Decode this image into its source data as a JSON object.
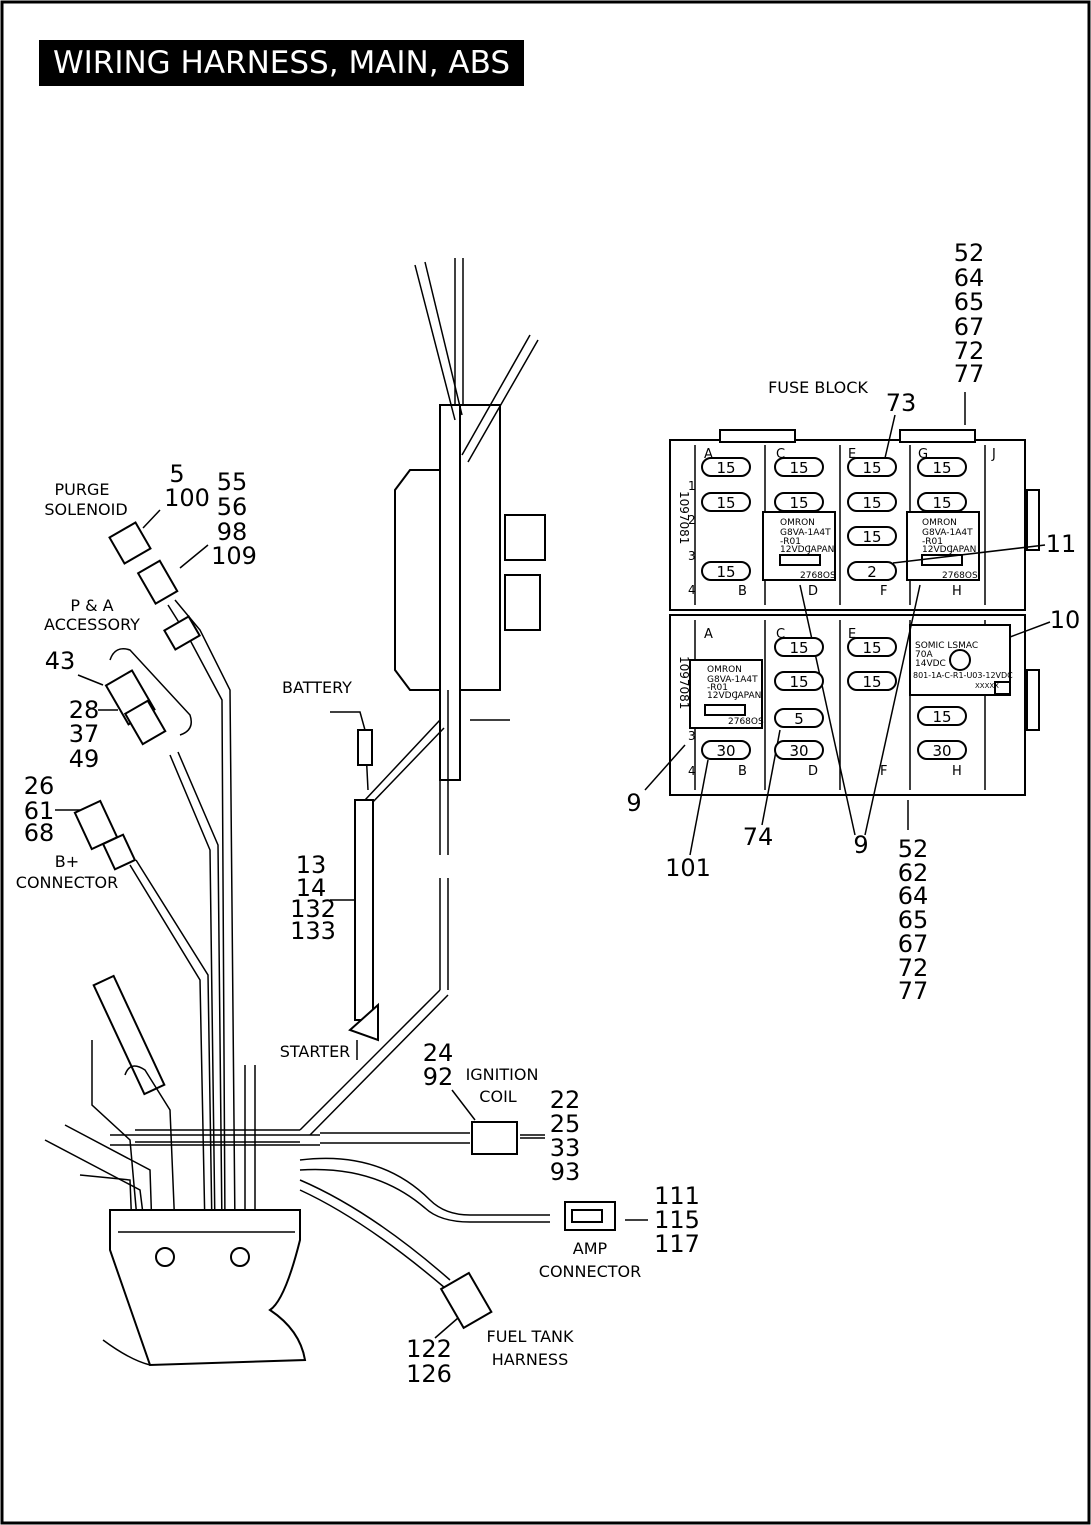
{
  "title": "WIRING HARNESS, MAIN, ABS",
  "labels": {
    "purge_solenoid": [
      "PURGE",
      "SOLENOID"
    ],
    "p_and_a_accessory": [
      "P & A",
      "ACCESSORY"
    ],
    "b_plus_connector": [
      "B+",
      "CONNECTOR"
    ],
    "battery": "BATTERY",
    "starter": "STARTER",
    "ignition_coil": [
      "IGNITION",
      "COIL"
    ],
    "amp_connector": [
      "AMP",
      "CONNECTOR"
    ],
    "fuel_tank_harness": [
      "FUEL TANK",
      "HARNESS"
    ],
    "fuse_block": "FUSE BLOCK"
  },
  "callouts": {
    "purge_a": [
      "5",
      "100"
    ],
    "purge_b": [
      "55",
      "56",
      "98",
      "109"
    ],
    "accessory_43": [
      "43"
    ],
    "accessory_28": [
      "28",
      "37",
      "49"
    ],
    "bplus": [
      "26",
      "61",
      "68"
    ],
    "starter_cable": [
      "13",
      "14",
      "132",
      "133"
    ],
    "ignition_a": [
      "24",
      "92"
    ],
    "ignition_b": [
      "22",
      "25",
      "33",
      "93"
    ],
    "amp": [
      "111",
      "115",
      "117"
    ],
    "fuel_tank": [
      "122",
      "126"
    ],
    "fuse_top": [
      "52",
      "64",
      "65",
      "67",
      "72",
      "77"
    ],
    "fuse_73": [
      "73"
    ],
    "fuse_11": [
      "11"
    ],
    "fuse_10": [
      "10"
    ],
    "fuse_9_left": [
      "9"
    ],
    "fuse_101": [
      "101"
    ],
    "fuse_74": [
      "74"
    ],
    "fuse_9_bottom": [
      "9"
    ],
    "fuse_bottom": [
      "52",
      "62",
      "64",
      "65",
      "67",
      "72",
      "77"
    ]
  },
  "fuse_block": {
    "upper_fuses": [
      "15",
      "15",
      "15",
      "15",
      "15",
      "15",
      "15",
      "15",
      "15",
      "15",
      "15",
      "2"
    ],
    "lower_fuses": [
      "15",
      "15",
      "15",
      "15",
      "5",
      "15",
      "30",
      "30",
      "30"
    ],
    "column_letters_upper": [
      "A",
      "C",
      "E",
      "G",
      "J"
    ],
    "column_letters_upper_bottom": [
      "B",
      "D",
      "F",
      "H"
    ],
    "column_letters_lower": [
      "A",
      "C",
      "E"
    ],
    "column_letters_lower_bottom": [
      "B",
      "D",
      "F",
      "H"
    ],
    "row_numbers": [
      "1",
      "2",
      "3",
      "4"
    ],
    "part_number": "1097081",
    "relay_text": [
      "OMRON",
      "G8VA-1A4T",
      "-R01",
      "12VDC",
      "JAPAN",
      "2768OS"
    ],
    "relay_lower_right": [
      "SOMIC LSMAC",
      "70A",
      "14VDC",
      "801-1A-C-R1-U03-12VDC",
      "XXXXX"
    ]
  }
}
